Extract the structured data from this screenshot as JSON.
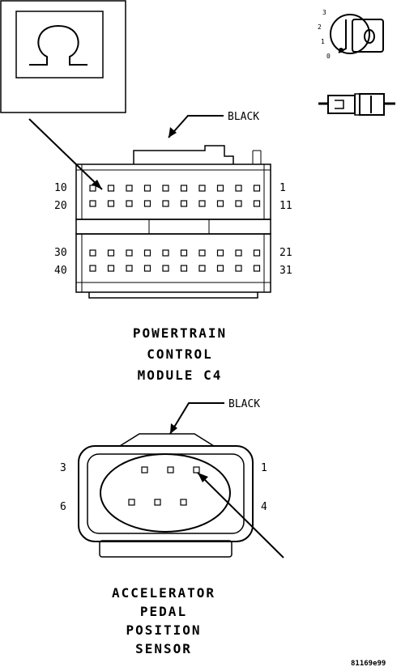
{
  "key_switch": {
    "positions": [
      "3",
      "2",
      "1",
      "0"
    ]
  },
  "pcm_connector": {
    "wire_color": "BLACK",
    "pin_labels": {
      "top_left_row1": "10",
      "top_left_row2": "20",
      "top_right_row1": "1",
      "top_right_row2": "11",
      "bottom_left_row1": "30",
      "bottom_left_row2": "40",
      "bottom_right_row1": "21",
      "bottom_right_row2": "31"
    },
    "title_lines": [
      "POWERTRAIN",
      "CONTROL",
      "MODULE C4"
    ]
  },
  "app_sensor": {
    "wire_color": "BLACK",
    "pin_labels": {
      "top_left": "3",
      "top_right": "1",
      "bottom_left": "6",
      "bottom_right": "4"
    },
    "title_lines": [
      "ACCELERATOR",
      "PEDAL",
      "POSITION",
      "SENSOR"
    ]
  },
  "figure_id": "81169e99"
}
